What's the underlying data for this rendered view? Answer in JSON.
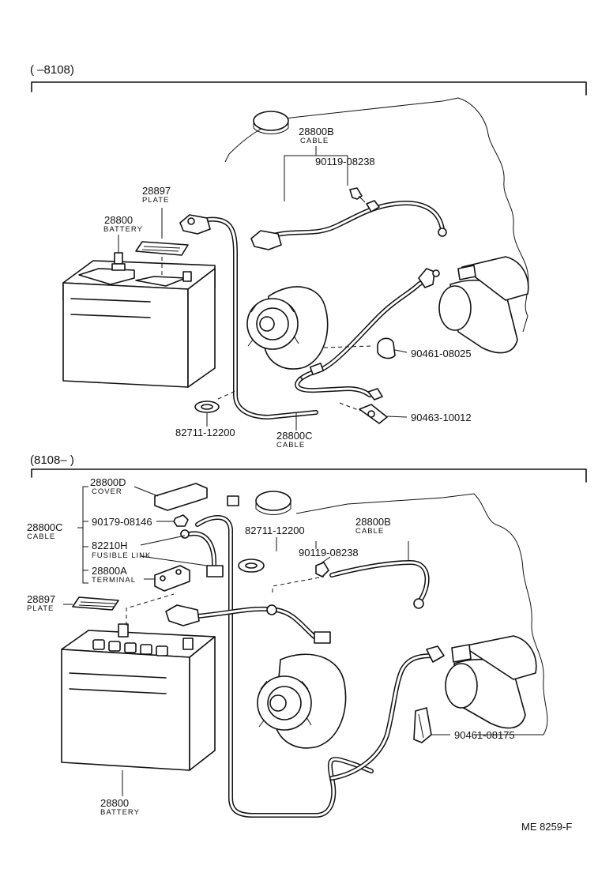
{
  "sections": [
    {
      "range_label": "(        –8108)",
      "parts": [
        {
          "code": "28800B",
          "desc": "CABLE"
        },
        {
          "code": "90119-08238",
          "desc": ""
        },
        {
          "code": "28897",
          "desc": "PLATE"
        },
        {
          "code": "28800",
          "desc": "BATTERY"
        },
        {
          "code": "90461-08025",
          "desc": ""
        },
        {
          "code": "90463-10012",
          "desc": ""
        },
        {
          "code": "82711-12200",
          "desc": ""
        },
        {
          "code": "28800C",
          "desc": "CABLE"
        }
      ]
    },
    {
      "range_label": "(8108–          )",
      "parts": [
        {
          "code": "28800D",
          "desc": "COVER"
        },
        {
          "code": "90179-08146",
          "desc": ""
        },
        {
          "code": "28800C",
          "desc": "CABLE"
        },
        {
          "code": "82210H",
          "desc": "FUSIBLE LINK"
        },
        {
          "code": "28800A",
          "desc": "TERMINAL"
        },
        {
          "code": "28897",
          "desc": "PLATE"
        },
        {
          "code": "82711-12200",
          "desc": ""
        },
        {
          "code": "28800B",
          "desc": "CABLE"
        },
        {
          "code": "90119-08238",
          "desc": ""
        },
        {
          "code": "90461-08175",
          "desc": ""
        },
        {
          "code": "28800",
          "desc": "BATTERY"
        }
      ]
    }
  ],
  "footer_code": "ME  8259-F",
  "colors": {
    "ink": "#111111",
    "paper": "#ffffff"
  }
}
